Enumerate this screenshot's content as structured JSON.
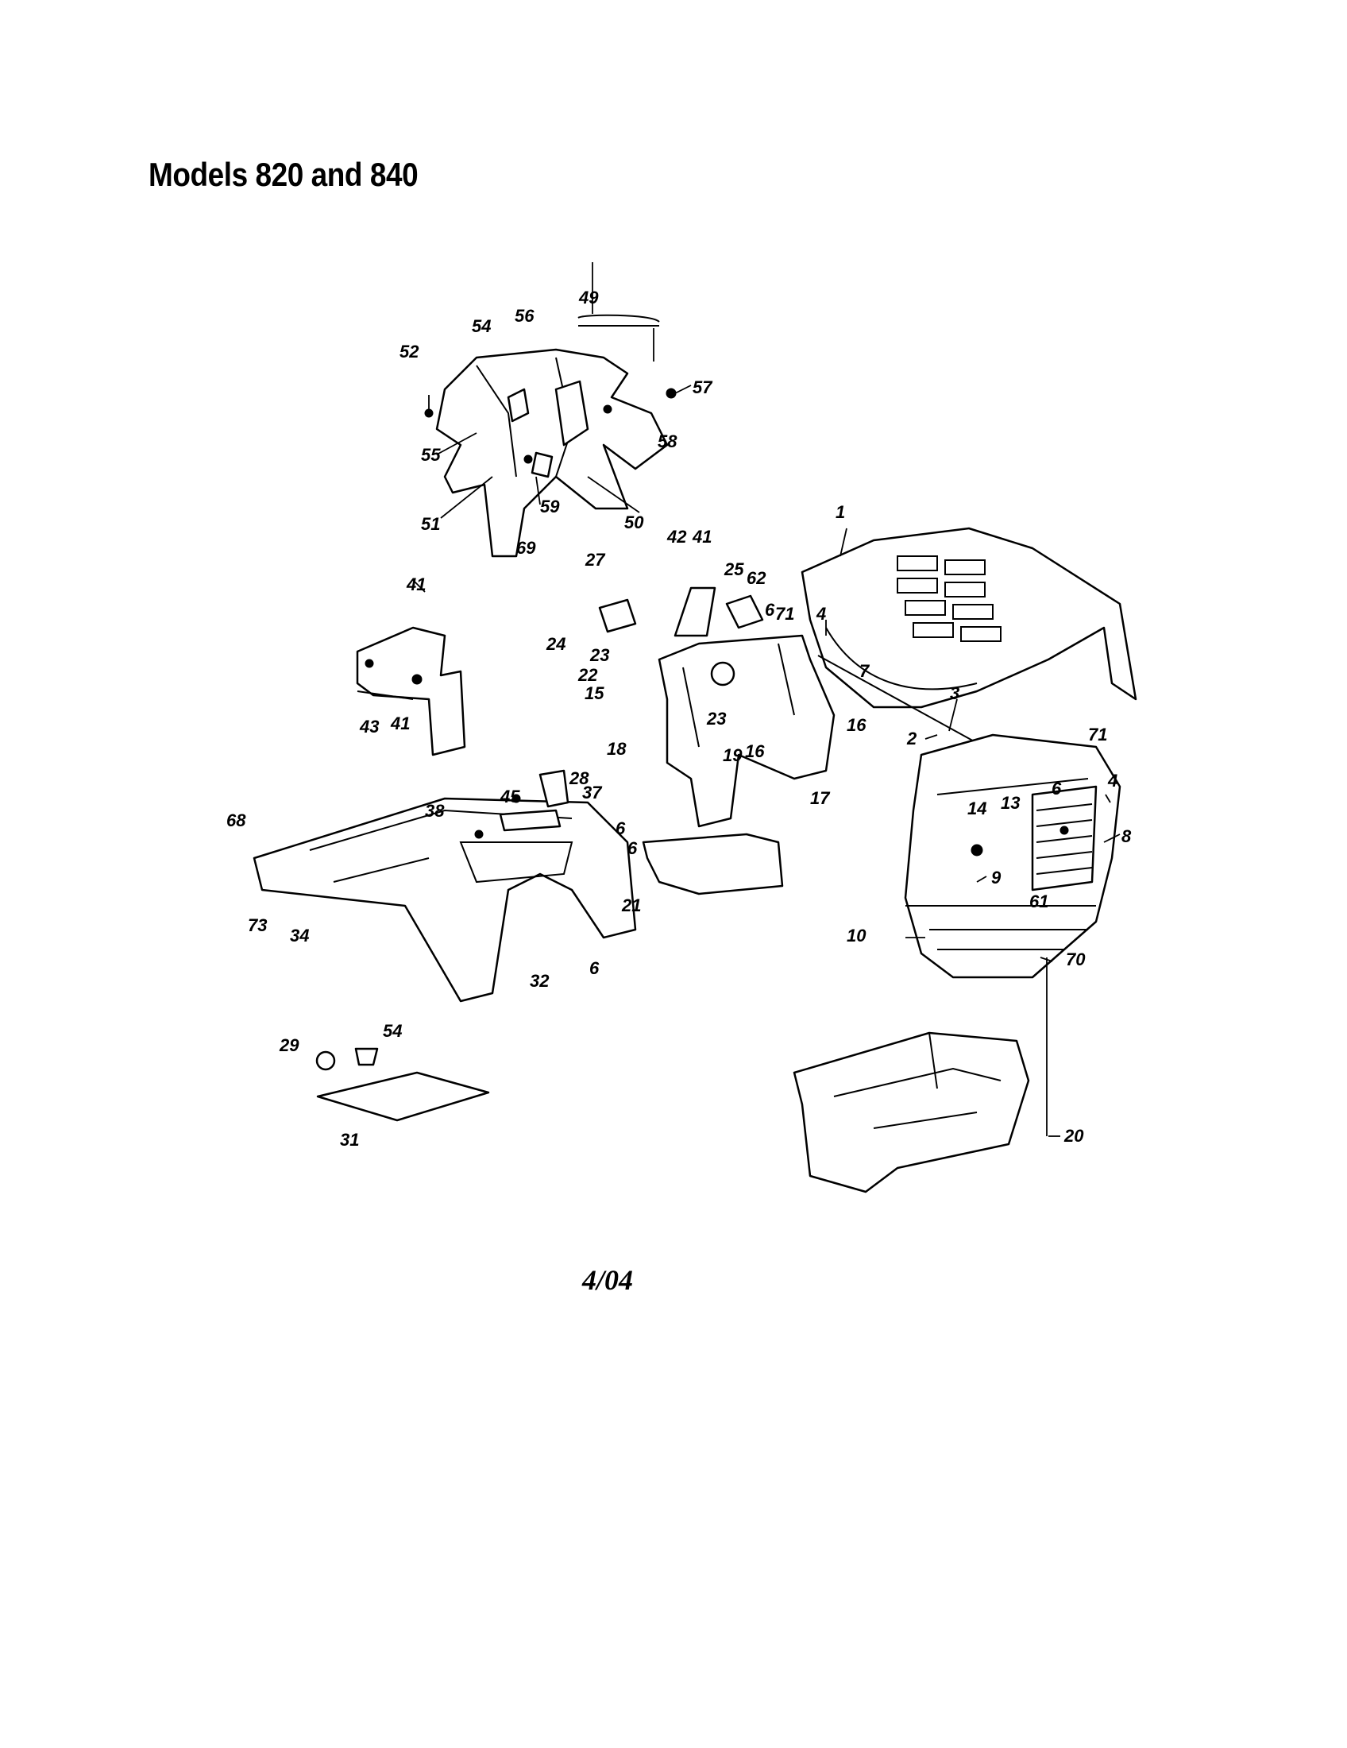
{
  "title": "Models 820 and 840",
  "footer_date": "4/04",
  "callouts": [
    "1",
    "2",
    "3",
    "4",
    "4",
    "6",
    "6",
    "6",
    "6",
    "6",
    "7",
    "8",
    "9",
    "10",
    "13",
    "14",
    "15",
    "16",
    "16",
    "17",
    "18",
    "19",
    "20",
    "21",
    "22",
    "23",
    "23",
    "24",
    "25",
    "27",
    "28",
    "29",
    "31",
    "32",
    "34",
    "37",
    "38",
    "41",
    "41",
    "41",
    "42",
    "43",
    "45",
    "49",
    "50",
    "51",
    "52",
    "54",
    "54",
    "55",
    "56",
    "57",
    "58",
    "59",
    "61",
    "62",
    "68",
    "69",
    "70",
    "71",
    "71",
    "73"
  ]
}
